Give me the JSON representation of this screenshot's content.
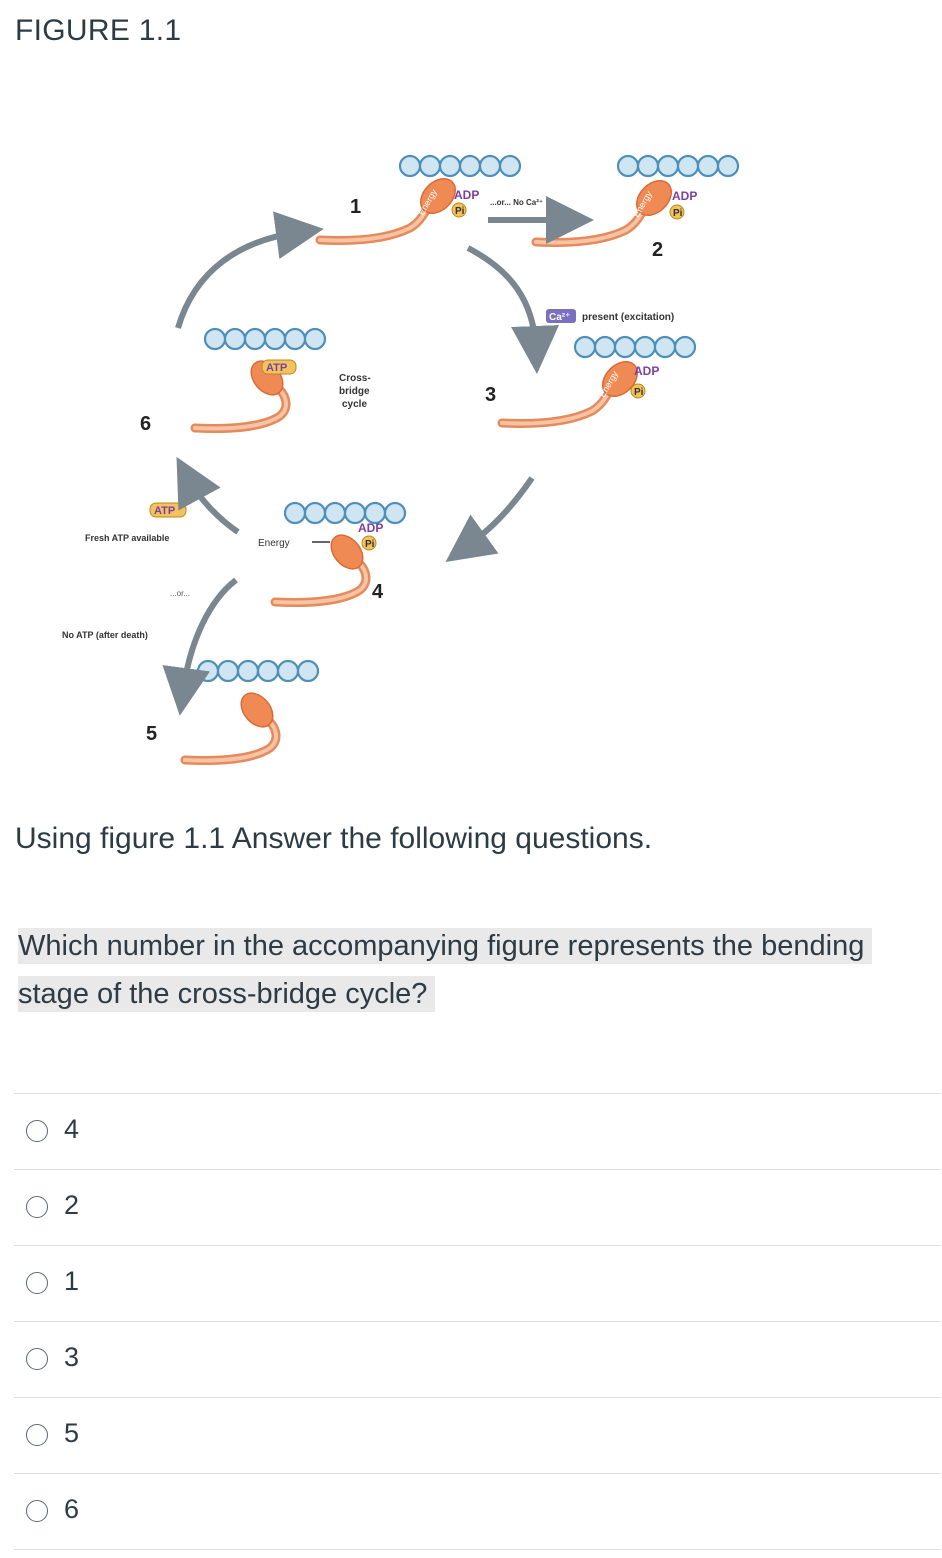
{
  "figure": {
    "title": "FIGURE 1.1",
    "labels": {
      "adp": "ADP",
      "pi": "Pi",
      "atp": "ATP",
      "energy_head": "Energy",
      "energy": "Energy",
      "or": "...or...",
      "or_no_ca": "...or... No Ca²⁺",
      "ca": "Ca²⁺",
      "ca_present": "present (excitation)",
      "cross_bridge_1": "Cross-",
      "cross_bridge_2": "bridge",
      "cross_bridge_3": "cycle",
      "fresh_atp": "Fresh ATP available",
      "no_atp": "No ATP (after death)",
      "num1": "1",
      "num2": "2",
      "num3": "3",
      "num4": "4",
      "num5": "5",
      "num6": "6"
    }
  },
  "intro": "Using figure 1.1 Answer the following questions.",
  "question": "Which number in the accompanying figure represents the bending stage of the cross-bridge cycle?",
  "answers": [
    "4",
    "2",
    "1",
    "3",
    "5",
    "6"
  ]
}
